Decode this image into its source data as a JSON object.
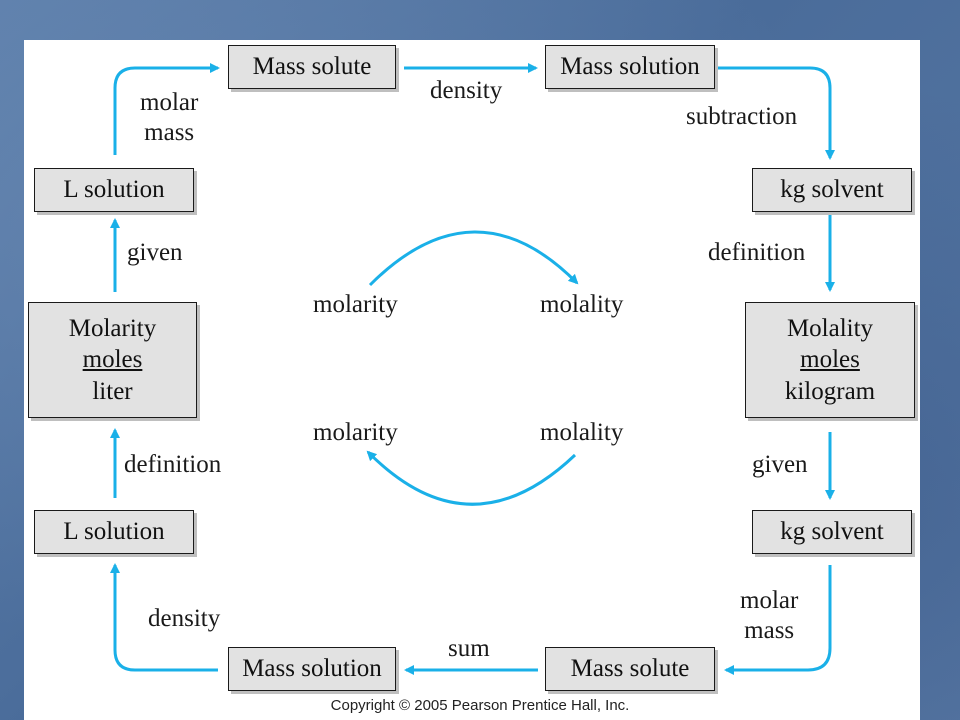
{
  "boxes": {
    "mass_solute_top": "Mass solute",
    "mass_solution_top": "Mass solution",
    "l_solution_top": "L solution",
    "kg_solvent_top": "kg solvent",
    "molarity": {
      "title": "Molarity",
      "numerator": "moles",
      "denominator": "liter"
    },
    "molality": {
      "title": "Molality",
      "numerator": "moles",
      "denominator": "kilogram"
    },
    "l_solution_bottom": "L solution",
    "kg_solvent_bottom": "kg solvent",
    "mass_solution_bottom": "Mass solution",
    "mass_solute_bottom": "Mass solute"
  },
  "labels": {
    "molar_mass_left": [
      "molar",
      "mass"
    ],
    "density_top": "density",
    "subtraction": "subtraction",
    "given_left": "given",
    "definition_right": "definition",
    "definition_left": "definition",
    "given_right": "given",
    "density_left": "density",
    "molar_mass_right": [
      "molar",
      "mass"
    ],
    "sum": "sum"
  },
  "center": {
    "top_left": "molarity",
    "top_right": "molality",
    "bottom_left": "molarity",
    "bottom_right": "molality"
  },
  "colors": {
    "arrow": "#1ab0e8",
    "box_fill": "#e2e2e2"
  },
  "copyright": "Copyright © 2005 Pearson Prentice Hall, Inc."
}
